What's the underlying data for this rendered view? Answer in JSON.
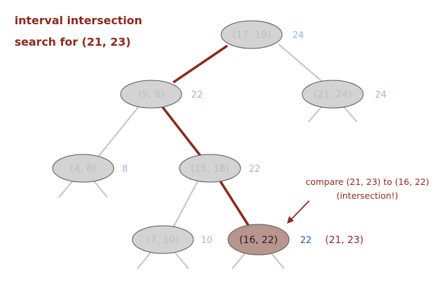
{
  "title": {
    "line1": "interval intersection",
    "line2": "search for (21, 23)"
  },
  "nodes": {
    "root": {
      "label": "(17, 19)",
      "max": "24"
    },
    "n5_8": {
      "label": "(5, 8)",
      "max": "22"
    },
    "n21_24": {
      "label": "(21, 24)",
      "max": "24"
    },
    "n4_8": {
      "label": "(4, 8)",
      "max": "8"
    },
    "n15_18": {
      "label": "(15, 18)",
      "max": "22"
    },
    "n7_10": {
      "label": "(7, 10)",
      "max": "10"
    },
    "n16_22": {
      "label": "(16, 22)",
      "max": "22"
    }
  },
  "annotation": {
    "line1": "compare (21, 23) to (16, 22)",
    "line2": "(intersection!)"
  },
  "query": "(21, 23)",
  "colors": {
    "path": "#8b2a1c",
    "highlight_node": "#b8958d",
    "max_value": "#9ab7dd"
  }
}
